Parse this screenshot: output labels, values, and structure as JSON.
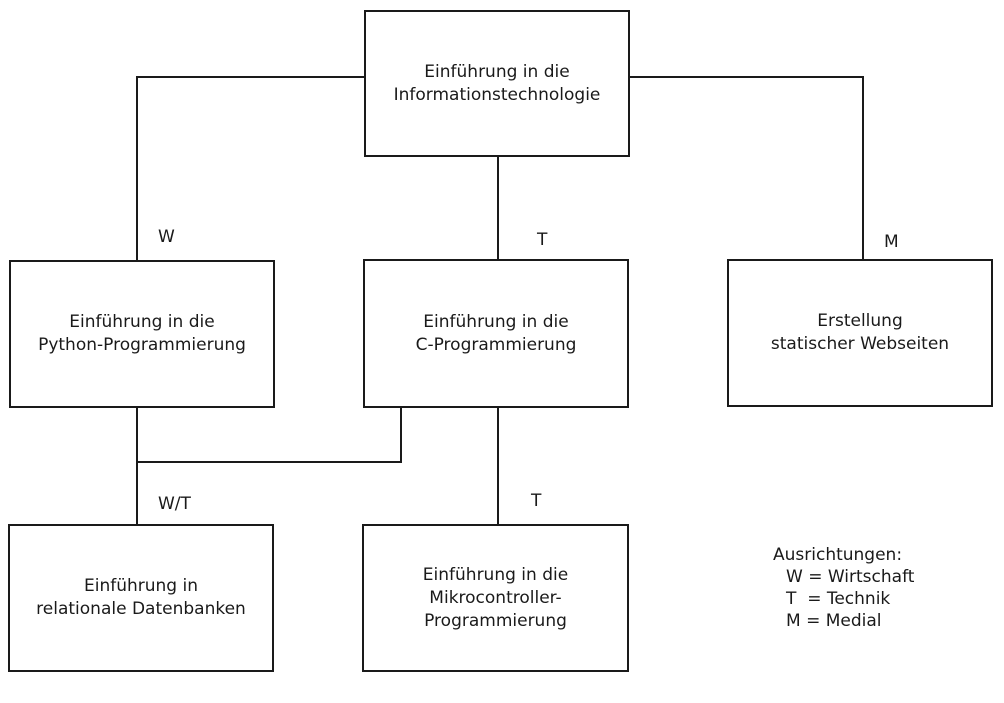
{
  "nodes": {
    "intro_it": {
      "lines": [
        "Einführung in die",
        "Informationstechnologie"
      ]
    },
    "python": {
      "lines": [
        "Einführung in die",
        "Python-Programmierung"
      ]
    },
    "c_prog": {
      "lines": [
        "Einführung in die",
        "C-Programmierung"
      ]
    },
    "web": {
      "lines": [
        "Erstellung",
        "statischer Webseiten"
      ]
    },
    "databases": {
      "lines": [
        "Einführung in",
        "relationale Datenbanken"
      ]
    },
    "microcontroller": {
      "lines": [
        "Einführung in die",
        "Mikrocontroller-",
        "Programmierung"
      ]
    }
  },
  "edge_labels": {
    "w": "W",
    "t_top": "T",
    "m": "M",
    "wt": "W/T",
    "t_bottom": "T"
  },
  "legend": {
    "title": "Ausrichtungen:",
    "entries": [
      "W = Wirtschaft",
      "T  = Technik",
      "M = Medial"
    ]
  }
}
